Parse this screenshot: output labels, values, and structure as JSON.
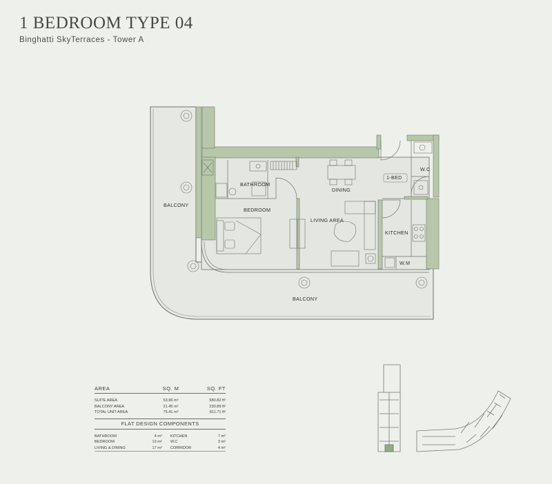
{
  "header": {
    "title": "1 BEDROOM TYPE 04",
    "subtitle": "Binghatti SkyTerraces - Tower A"
  },
  "rooms": {
    "balcony_side": "BALCONY",
    "balcony_front": "BALCONY",
    "bathroom": "BATHROOM",
    "bedroom": "BEDROOM",
    "dining": "DINING",
    "living": "LIVING AREA",
    "tag_1bed": "1-BED",
    "wc": "W.C",
    "kitchen": "KITCHEN",
    "wm": "W.M"
  },
  "area_table": {
    "headers": [
      "AREA",
      "SQ. M",
      "SQ. FT"
    ],
    "rows": [
      {
        "label": "SUITE AREA",
        "sqm": "53.96 m²",
        "sqft": "580.82 ft²"
      },
      {
        "label": "BALCONY AREA",
        "sqm": "21.45 m²",
        "sqft": "230.89 ft²"
      },
      {
        "label": "TOTAL UNIT AREA",
        "sqm": "75.41 m²",
        "sqft": "811.71 ft²"
      }
    ]
  },
  "components": {
    "title": "FLAT DESIGN COMPONENTS",
    "rows": [
      {
        "a": "BATHROOM",
        "av": "4 m²",
        "b": "KITCHEN",
        "bv": "7 m²"
      },
      {
        "a": "BEDROOM",
        "av": "13 m²",
        "b": "W.C",
        "bv": "3 m²"
      },
      {
        "a": "LIVING & DINING",
        "av": "17 m²",
        "b": "CORRIDOR",
        "bv": "4 m²"
      }
    ]
  },
  "colors": {
    "wall": "#b7c8a9",
    "floor": "#e7e9e4",
    "line": "#6f716b",
    "highlight": "#93ad82"
  }
}
